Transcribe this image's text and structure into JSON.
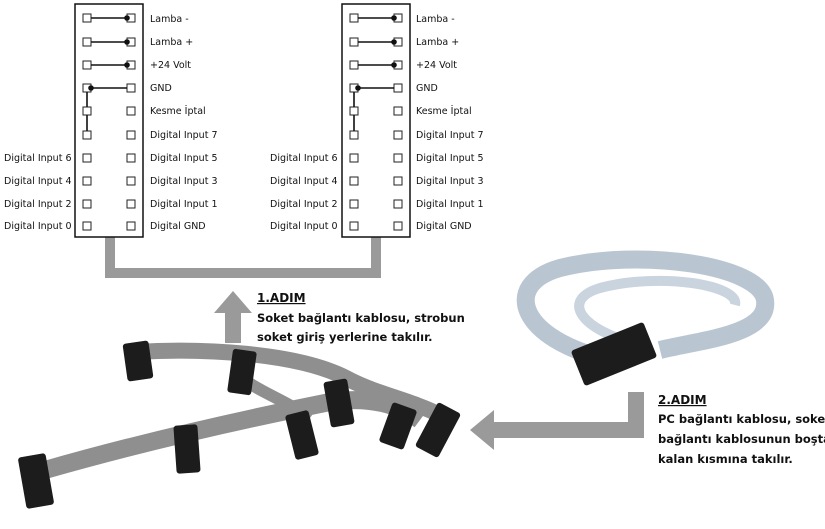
{
  "connectors": [
    {
      "right_labels": [
        "Lamba -",
        "Lamba +",
        "+24 Volt",
        "GND",
        "Kesme İptal",
        "Digital Input 7",
        "Digital Input 5",
        "Digital Input 3",
        "Digital Input 1",
        "Digital GND"
      ],
      "left_labels": [
        "Digital Input 6",
        "Digital Input 4",
        "Digital Input 2",
        "Digital Input 0"
      ]
    },
    {
      "right_labels": [
        "Lamba -",
        "Lamba +",
        "+24 Volt",
        "GND",
        "Kesme İptal",
        "Digital Input 7",
        "Digital Input 5",
        "Digital Input 3",
        "Digital Input 1",
        "Digital GND"
      ],
      "left_labels": [
        "Digital Input 6",
        "Digital Input 4",
        "Digital Input 2",
        "Digital Input 0"
      ]
    }
  ],
  "step1": {
    "title": "1.ADIM",
    "lines": [
      "Soket bağlantı kablosu, strobun",
      "soket giriş yerlerine takılır."
    ]
  },
  "step2": {
    "title": "2.ADIM",
    "lines": [
      "PC bağlantı kablosu, soket",
      "bağlantı kablosunun boşta",
      "kalan kısmına takılır."
    ]
  },
  "colors": {
    "arrow": "#9a9a9a",
    "cable_gray": "#8f8f8f",
    "cable_blue": "#b9c6d2",
    "connector": "#1c1c1c"
  }
}
